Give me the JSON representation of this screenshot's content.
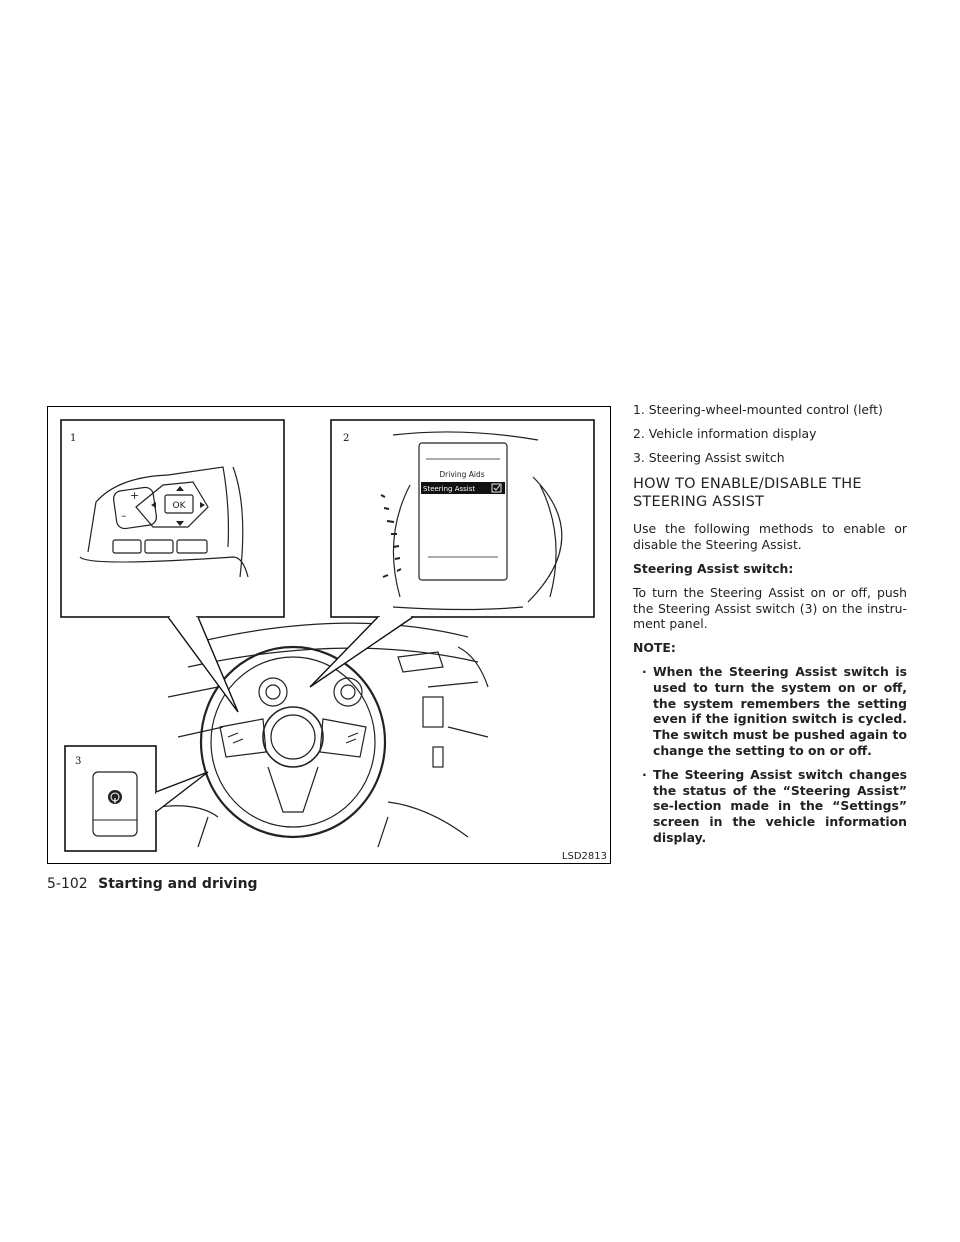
{
  "figure": {
    "callout_1": "1",
    "callout_2": "2",
    "callout_3": "3",
    "display_header": "Driving Aids",
    "display_item": "Steering Assist",
    "button_ok": "OK",
    "code": "LSD2813"
  },
  "legend": [
    "1. Steering-wheel-mounted control (left)",
    "2. Vehicle information display",
    "3. Steering Assist switch"
  ],
  "heading": "HOW TO ENABLE/DISABLE THE STEERING ASSIST",
  "intro": "Use the following methods to enable or disable the Steering Assist.",
  "subheading": "Steering Assist switch:",
  "instruction": "To turn the Steering Assist on or off, push the Steering Assist switch (3) on the instru-ment panel.",
  "note_label": "NOTE:",
  "notes": [
    "When the Steering Assist switch is used to turn the system on or off, the system remembers the setting even if the ignition switch is cycled. The switch must be pushed again to change the setting to on or off.",
    "The Steering Assist switch changes the status of the “Steering Assist” se-lection made in the “Settings” screen in the vehicle information display."
  ],
  "footer": {
    "page": "5-102",
    "section": "Starting and driving"
  }
}
